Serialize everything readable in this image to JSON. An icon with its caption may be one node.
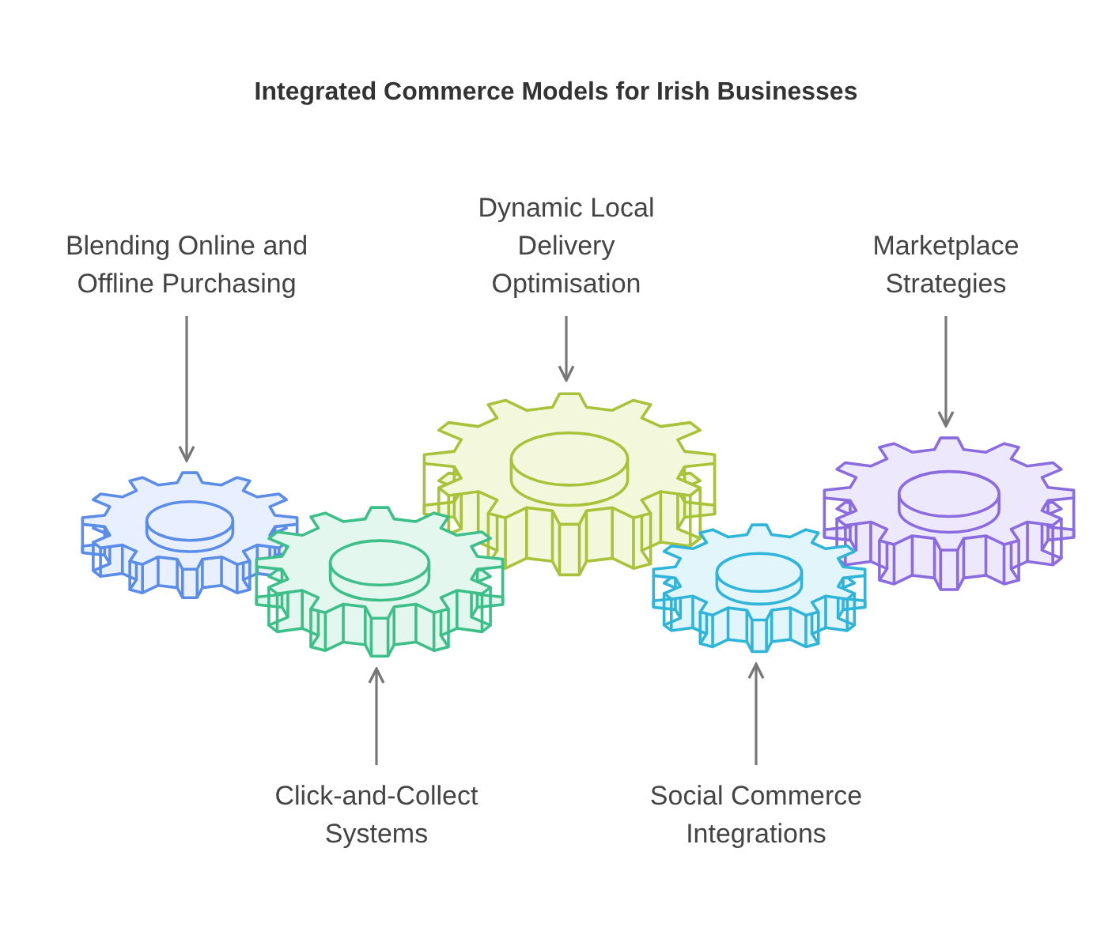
{
  "diagram": {
    "title": "Integrated Commerce Models for Irish Businesses",
    "nodes": [
      {
        "text": [
          "Blending Online and Offline Purchasing"
        ]
      },
      {
        "text": [
          "Dynamic Local Delivery Optimisation"
        ]
      },
      {
        "text": [
          "Marketplace Strategies"
        ]
      },
      {
        "text": [],
        "shape": "gear"
      },
      {
        "text": [],
        "shape": "gear"
      },
      {
        "text": [],
        "shape": "gear"
      },
      {
        "text": [],
        "shape": "gear"
      },
      {
        "text": [],
        "shape": "gear"
      },
      {
        "text": [
          "Click-and-Collect Systems"
        ]
      },
      {
        "text": [
          "Social Commerce Integrations"
        ]
      }
    ],
    "edges": [
      {
        "from": 0,
        "to": 3,
        "arrow": "to"
      },
      {
        "from": 1,
        "to": 5,
        "arrow": "to"
      },
      {
        "from": 2,
        "to": 7,
        "arrow": "to"
      },
      {
        "from": 8,
        "to": 4,
        "arrow": "to"
      },
      {
        "from": 9,
        "to": 6,
        "arrow": "to"
      }
    ]
  }
}
